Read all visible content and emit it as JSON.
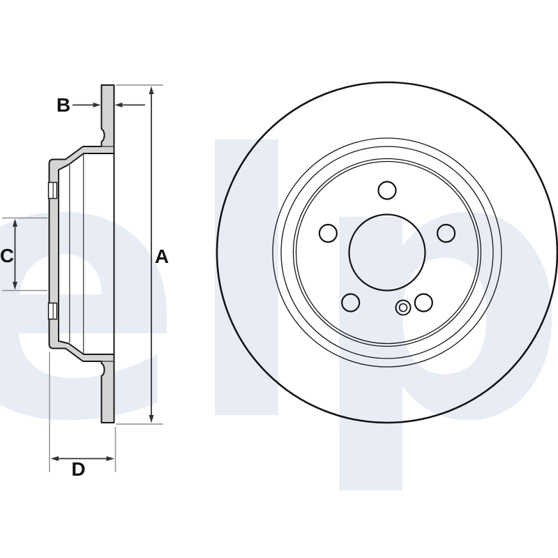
{
  "watermark": {
    "text": "Delphi",
    "color": "#e8edf5"
  },
  "drawing": {
    "dim_labels": {
      "a": "A",
      "b": "B",
      "c": "C",
      "d": "D"
    },
    "colors": {
      "line": "#161616",
      "section_fill": "#d4d4d4",
      "extension_line": "#8c8c8c",
      "background": "#ffffff"
    }
  }
}
